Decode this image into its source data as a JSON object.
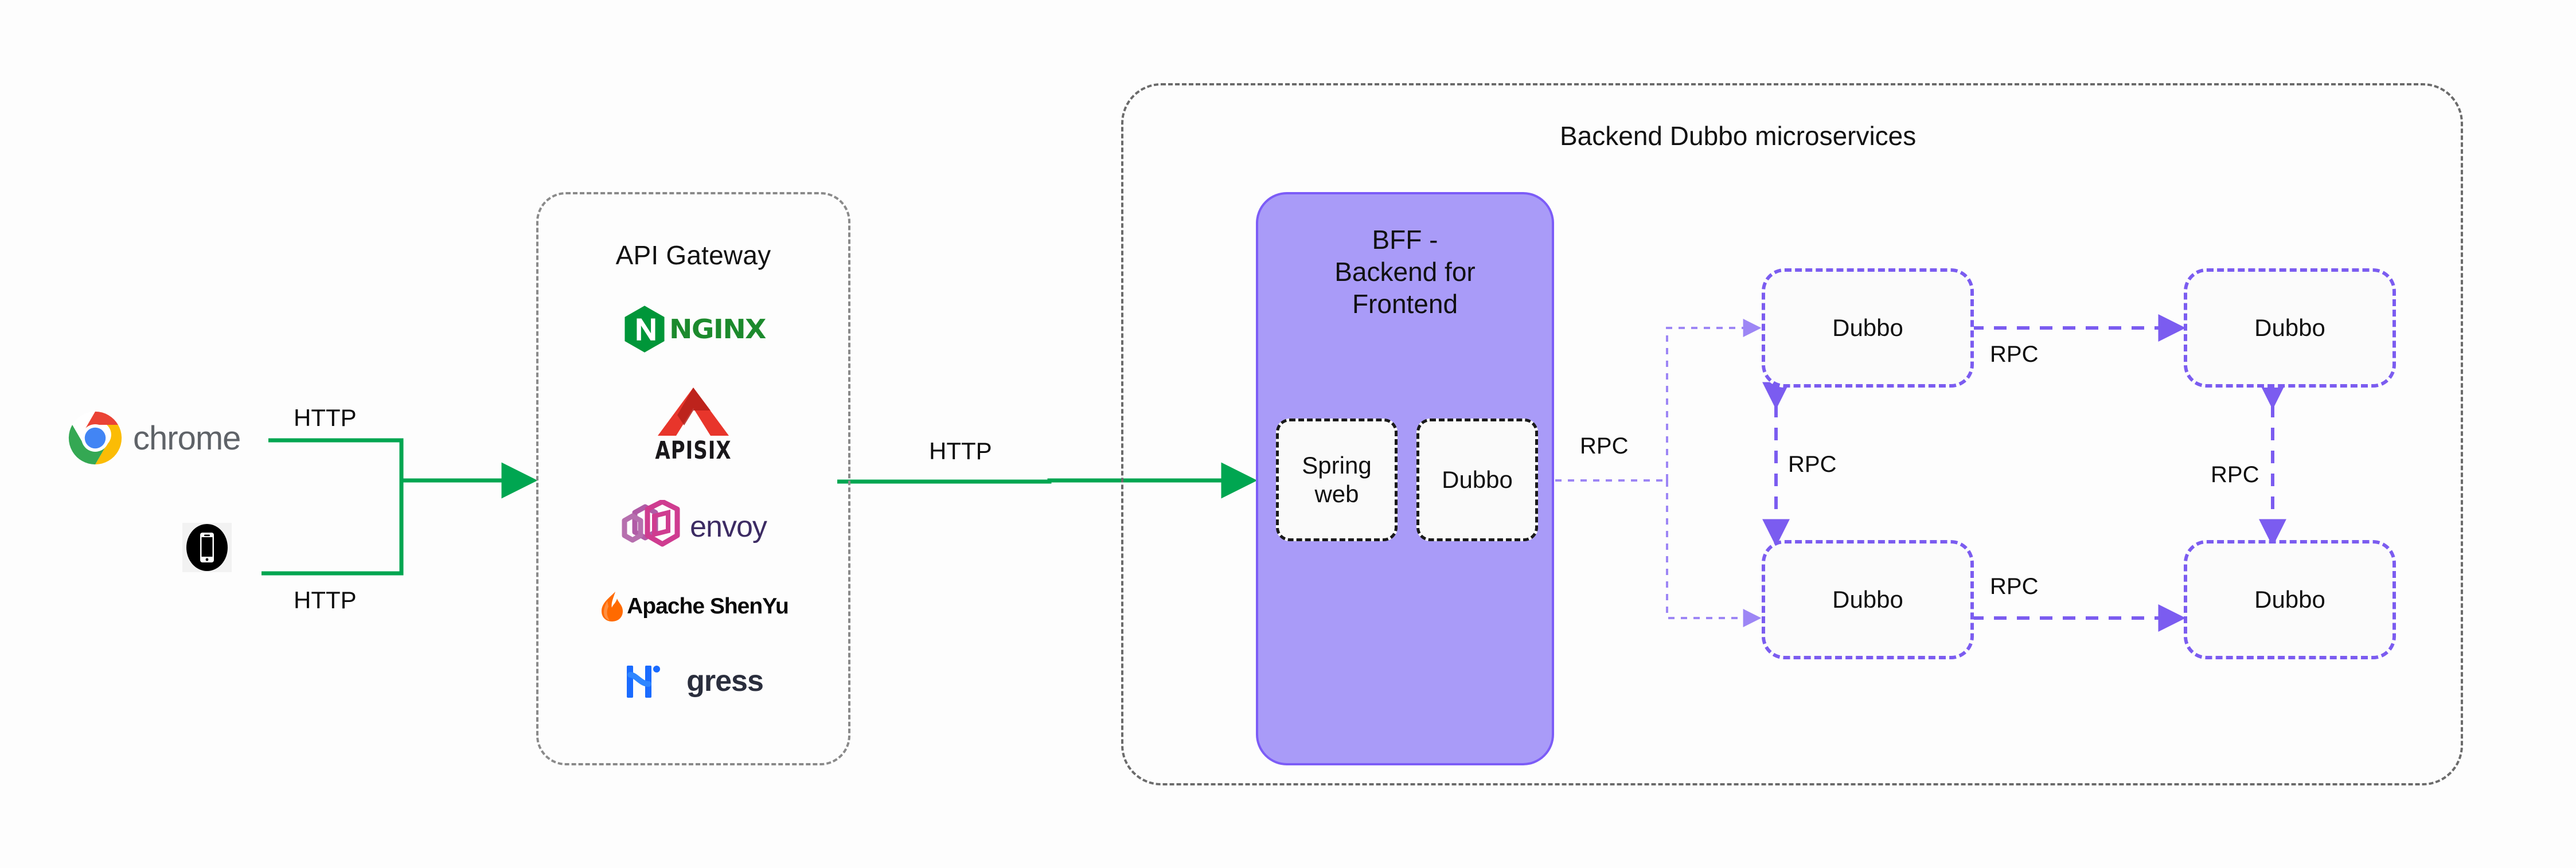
{
  "clients": {
    "chrome": {
      "label": "chrome",
      "icon": "chrome-logo"
    },
    "mobile": {
      "icon": "mobile-phone-icon"
    },
    "link_chrome_label": "HTTP",
    "link_mobile_label": "HTTP"
  },
  "gateway": {
    "title": "API Gateway",
    "products": [
      {
        "name": "nginx",
        "label": "NGINX",
        "icon": "nginx-logo",
        "color": "#1c8a2d"
      },
      {
        "name": "apisix",
        "label": "APISIX",
        "icon": "apisix-logo",
        "color": "#e8352b"
      },
      {
        "name": "envoy",
        "label": "envoy",
        "icon": "envoy-logo",
        "color": "#ac3c8f"
      },
      {
        "name": "apache-shenyu",
        "label": "Apache ShenYu",
        "icon": "shenyu-flame-logo",
        "color": "#ff6a00"
      },
      {
        "name": "higress",
        "label": "Higress",
        "icon": "higress-logo",
        "color": "#1a6bff"
      }
    ]
  },
  "gateway_to_bff": {
    "label": "HTTP"
  },
  "backend": {
    "title": "Backend Dubbo microservices",
    "bff": {
      "title_lines": [
        "BFF -",
        "Backend for",
        "Frontend"
      ],
      "title": "BFF - Backend for Frontend",
      "modules": [
        {
          "name": "spring-web",
          "lines": [
            "Spring",
            "web"
          ],
          "label": "Spring web"
        },
        {
          "name": "dubbo",
          "lines": [
            "Dubbo"
          ],
          "label": "Dubbo"
        }
      ]
    },
    "bff_out_label": "RPC",
    "services": [
      {
        "id": "svc-top-left",
        "label": "Dubbo"
      },
      {
        "id": "svc-top-right",
        "label": "Dubbo"
      },
      {
        "id": "svc-bottom-left",
        "label": "Dubbo"
      },
      {
        "id": "svc-bottom-right",
        "label": "Dubbo"
      }
    ],
    "edges": [
      {
        "id": "edge-top-horizontal",
        "label": "RPC",
        "from": "svc-top-left",
        "to": "svc-top-right",
        "direction": "bidirectional"
      },
      {
        "id": "edge-left-vertical",
        "label": "RPC",
        "from": "svc-top-left",
        "to": "svc-bottom-left",
        "direction": "bidirectional"
      },
      {
        "id": "edge-right-vertical",
        "label": "RPC",
        "from": "svc-top-right",
        "to": "svc-bottom-right",
        "direction": "bidirectional"
      },
      {
        "id": "edge-bottom-horizontal",
        "label": "RPC",
        "from": "svc-bottom-left",
        "to": "svc-bottom-right",
        "direction": "bidirectional"
      }
    ]
  },
  "colors": {
    "http_link": "#00a651",
    "rpc_link": "#7b5cf0",
    "bff_fill": "#a99bf8",
    "bff_border": "#7c5cf7",
    "container_dash": "#6b6b6b",
    "text": "#111111"
  }
}
